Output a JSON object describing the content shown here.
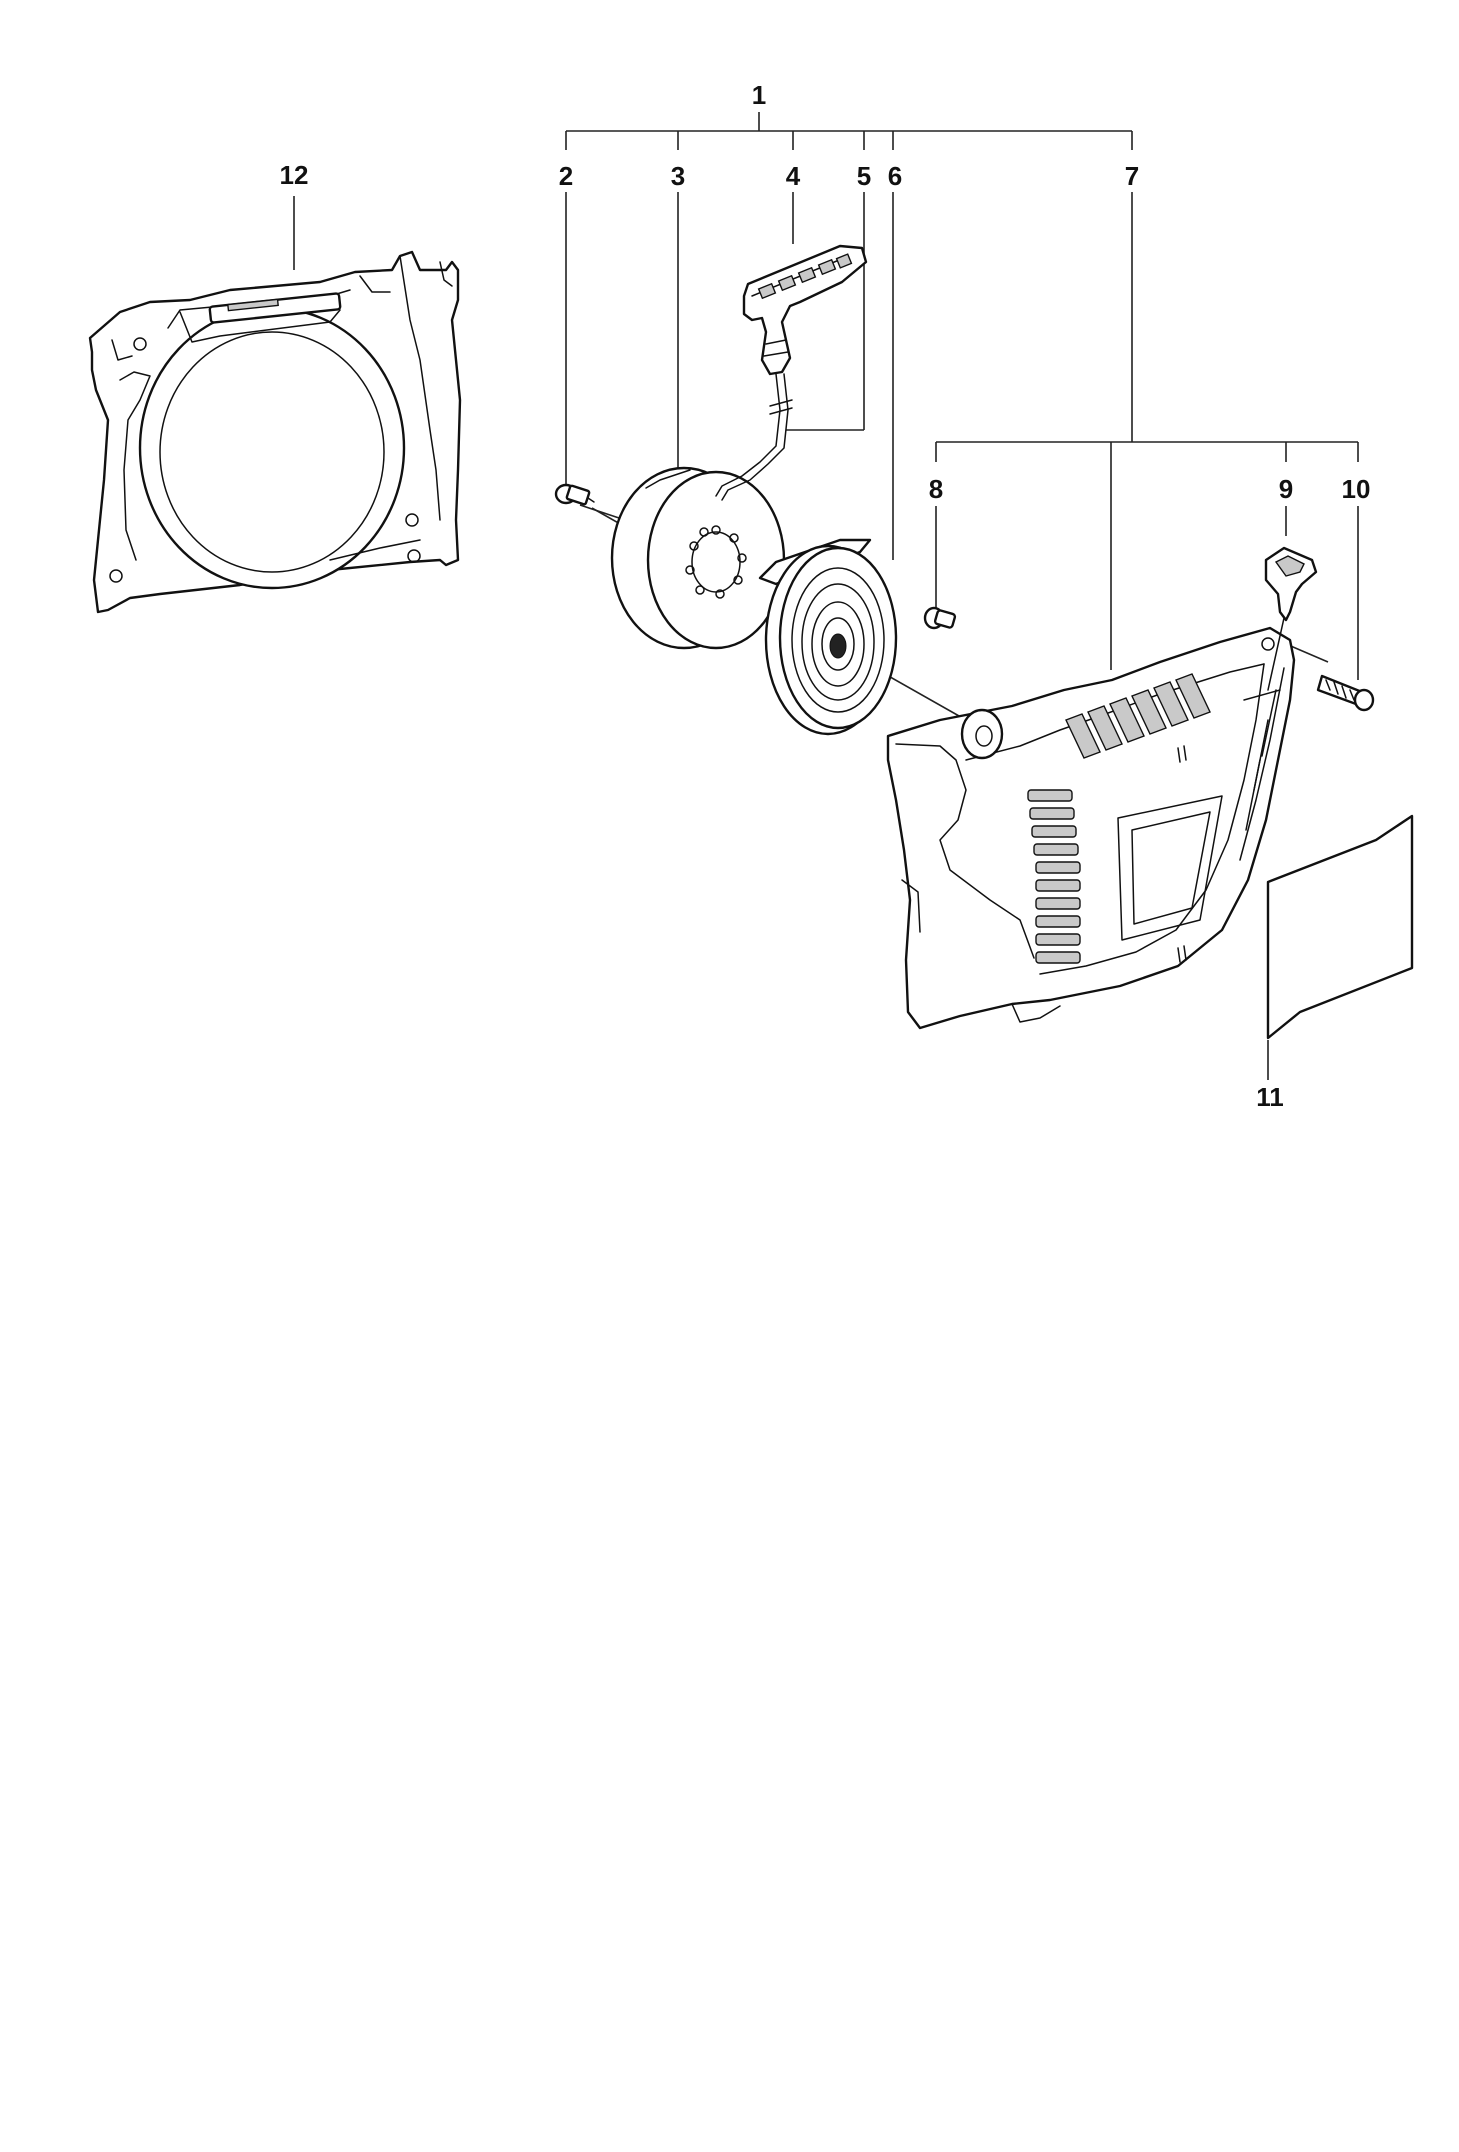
{
  "callouts": {
    "c1": "1",
    "c2": "2",
    "c3": "3",
    "c4": "4",
    "c5": "5",
    "c6": "6",
    "c7": "7",
    "c8": "8",
    "c9": "9",
    "c10": "10",
    "c11": "11",
    "c12": "12"
  },
  "colors": {
    "line": "#111111",
    "background": "#ffffff",
    "shading": "#c9c9c9"
  }
}
